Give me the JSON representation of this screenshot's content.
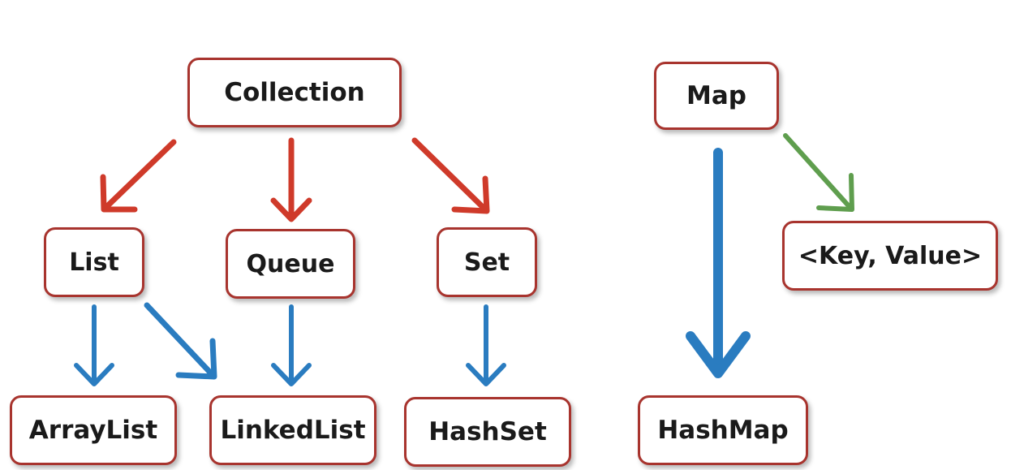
{
  "diagram": {
    "nodes": {
      "collection": "Collection",
      "map": "Map",
      "list": "List",
      "queue": "Queue",
      "set": "Set",
      "key_value": "<Key, Value>",
      "array_list": "ArrayList",
      "linked_list": "LinkedList",
      "hash_set": "HashSet",
      "hash_map": "HashMap"
    },
    "edges": [
      {
        "from": "Collection",
        "to": "List",
        "color": "#cf3a2a"
      },
      {
        "from": "Collection",
        "to": "Queue",
        "color": "#cf3a2a"
      },
      {
        "from": "Collection",
        "to": "Set",
        "color": "#cf3a2a"
      },
      {
        "from": "List",
        "to": "ArrayList",
        "color": "#2a7cc0"
      },
      {
        "from": "List",
        "to": "LinkedList",
        "color": "#2a7cc0"
      },
      {
        "from": "Queue",
        "to": "LinkedList",
        "color": "#2a7cc0"
      },
      {
        "from": "Set",
        "to": "HashSet",
        "color": "#2a7cc0"
      },
      {
        "from": "Map",
        "to": "HashMap",
        "color": "#2a7cc0"
      },
      {
        "from": "Map",
        "to": "<Key, Value>",
        "color": "#5f9e4e"
      }
    ],
    "colors": {
      "node_border": "#a8342e",
      "red_arrow": "#cf3a2a",
      "blue_arrow": "#2a7cc0",
      "green_arrow": "#5f9e4e",
      "background": "#ffffff"
    }
  }
}
